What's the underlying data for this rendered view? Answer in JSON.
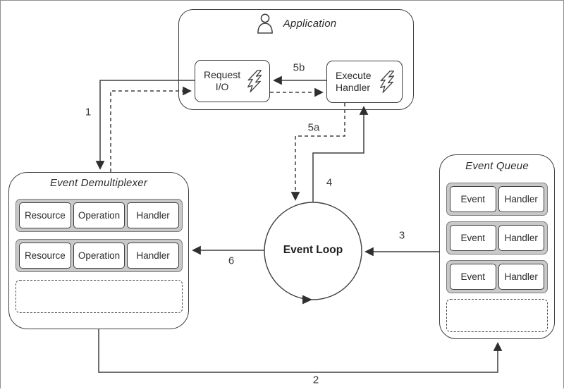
{
  "application": {
    "title": "Application",
    "request_io": {
      "line1": "Request",
      "line2": "I/O"
    },
    "execute_handler": {
      "line1": "Execute",
      "line2": "Handler"
    }
  },
  "event_demultiplexer": {
    "title": "Event Demultiplexer",
    "rows": [
      {
        "cells": [
          "Resource",
          "Operation",
          "Handler"
        ]
      },
      {
        "cells": [
          "Resource",
          "Operation",
          "Handler"
        ]
      }
    ]
  },
  "event_loop": {
    "label": "Event Loop"
  },
  "event_queue": {
    "title": "Event Queue",
    "rows": [
      {
        "cells": [
          "Event",
          "Handler"
        ]
      },
      {
        "cells": [
          "Event",
          "Handler"
        ]
      },
      {
        "cells": [
          "Event",
          "Handler"
        ]
      }
    ]
  },
  "arrow_labels": {
    "step1": "1",
    "step2": "2",
    "step3": "3",
    "step4": "4",
    "step5a": "5a",
    "step5b": "5b"
  },
  "colors": {
    "line": "#3f3f3f",
    "row_fill": "#c9c9c9",
    "row_border": "#7d7d7d",
    "bottom_bar": "#474747"
  }
}
